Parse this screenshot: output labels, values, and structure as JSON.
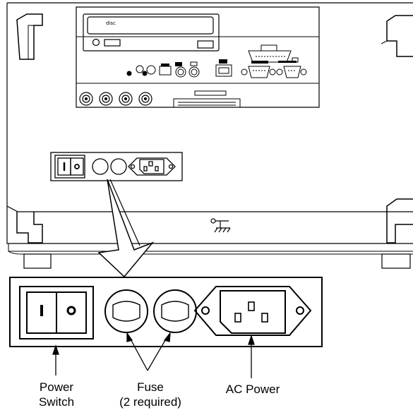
{
  "labels": {
    "power_switch_line1": "Power",
    "power_switch_line2": "Switch",
    "fuse_line1": "Fuse",
    "fuse_line2": "(2 required)",
    "ac_power": "AC Power",
    "disc_label": "disc"
  },
  "switch": {
    "on_symbol": "I",
    "off_symbol": "O"
  }
}
